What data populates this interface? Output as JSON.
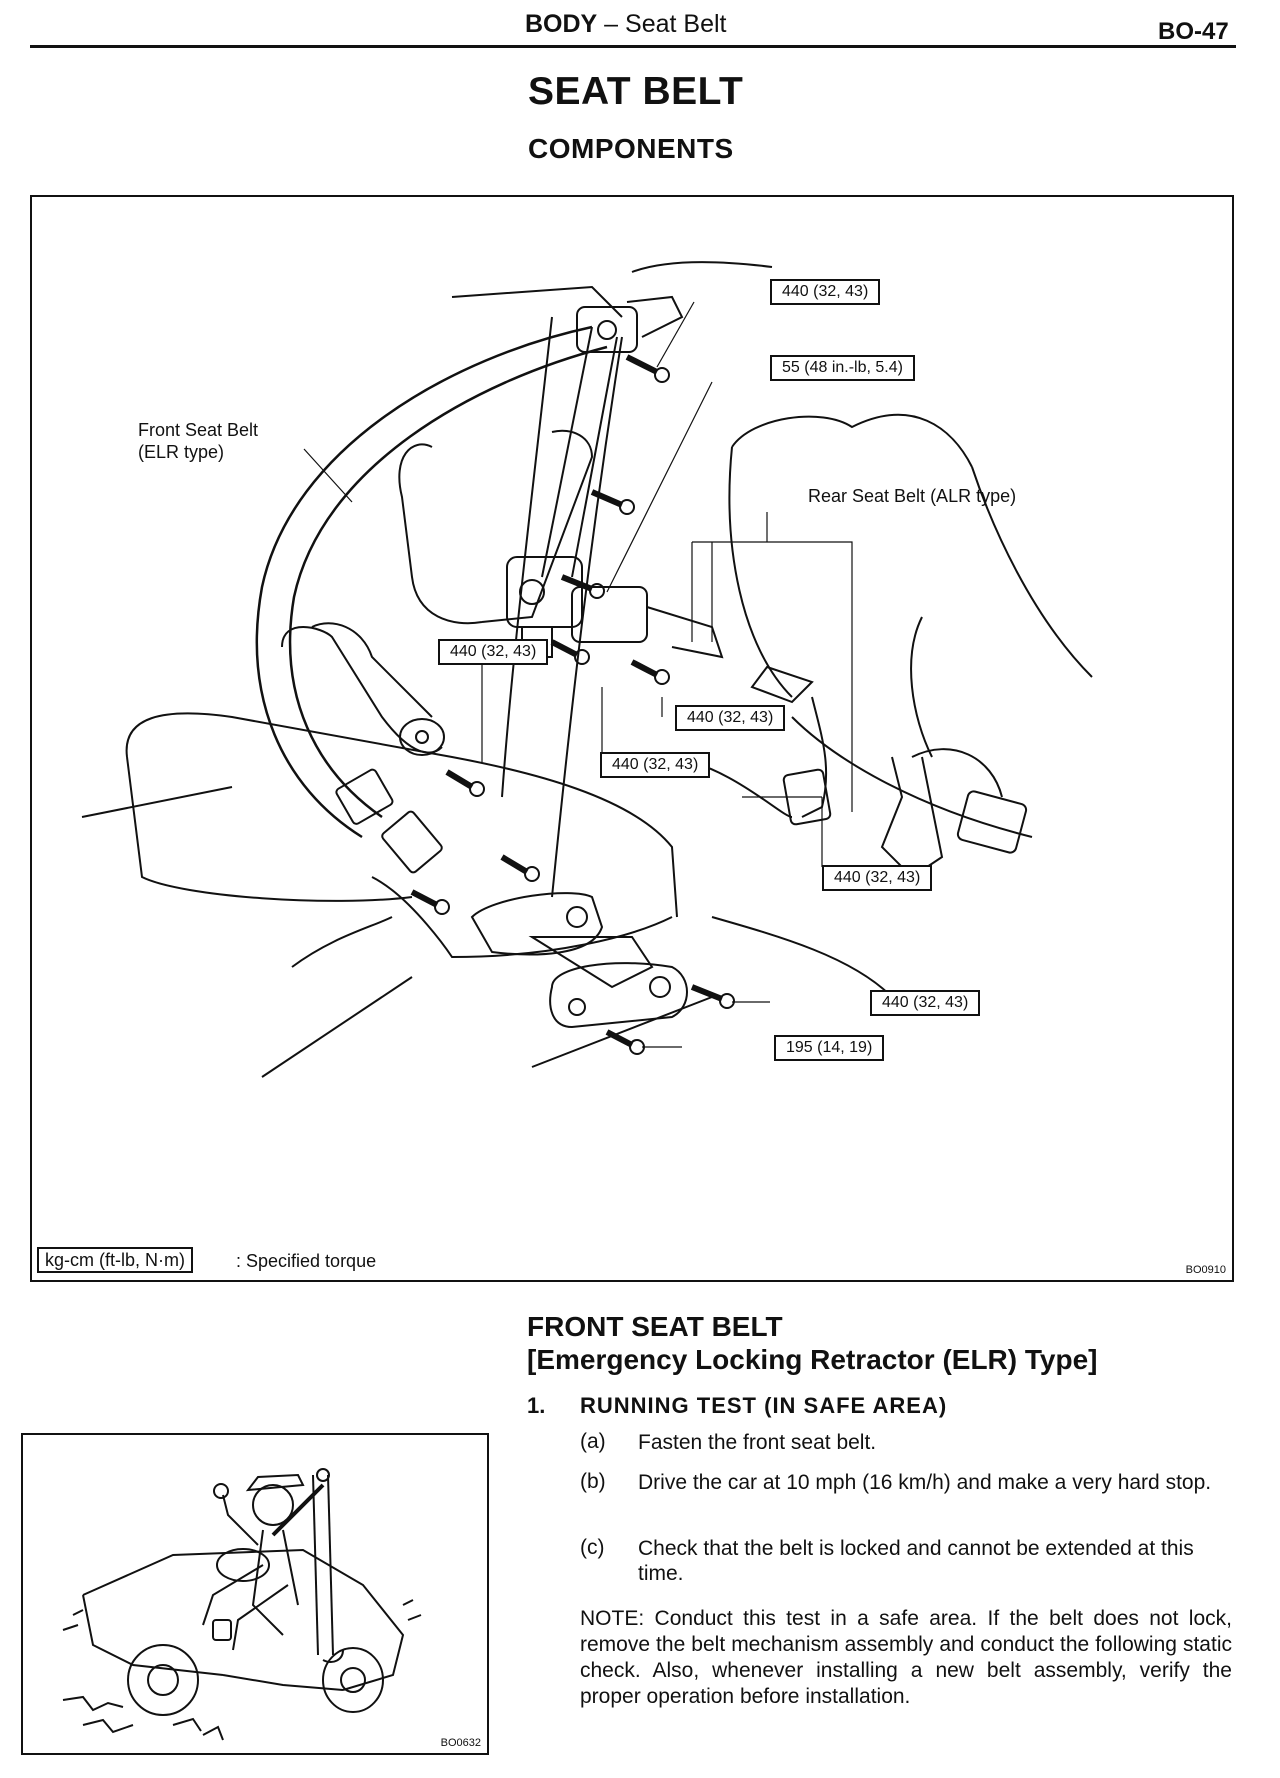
{
  "header": {
    "section_bold": "BODY",
    "section_rest": " – Seat Belt",
    "page_number": "BO-47"
  },
  "title": "SEAT BELT",
  "subtitle": "COMPONENTS",
  "figure_main": {
    "label_front_belt_line1": "Front Seat Belt",
    "label_front_belt_line2": "(ELR type)",
    "label_rear_belt": "Rear Seat Belt (ALR type)",
    "torque_labels": [
      "440 (32, 43)",
      "55 (48 in.-lb, 5.4)",
      "440 (32, 43)",
      "440 (32, 43)",
      "440 (32, 43)",
      "440 (32, 43)",
      "440 (32, 43)",
      "195 (14, 19)"
    ],
    "legend_unit": "kg-cm (ft-lb, N·m)",
    "legend_desc": ": Specified torque",
    "code": "BO0910"
  },
  "figure_small": {
    "code": "BO0632"
  },
  "section": {
    "heading_line1": "FRONT SEAT BELT",
    "heading_line2": "[Emergency Locking Retractor (ELR) Type]",
    "step_number": "1.",
    "step_title": "RUNNING TEST (IN SAFE AREA)",
    "substeps": [
      {
        "label": "(a)",
        "text": "Fasten the front seat belt."
      },
      {
        "label": "(b)",
        "text": "Drive the car at 10 mph (16 km/h) and make a very hard stop."
      },
      {
        "label": "(c)",
        "text": "Check that the belt is locked and cannot be extended at this time."
      }
    ],
    "note": "NOTE: Conduct this test in a safe area. If the belt does not lock, remove the belt mechanism assembly and conduct the following static check. Also, whenever installing a new belt assembly, verify the proper operation before installation."
  }
}
